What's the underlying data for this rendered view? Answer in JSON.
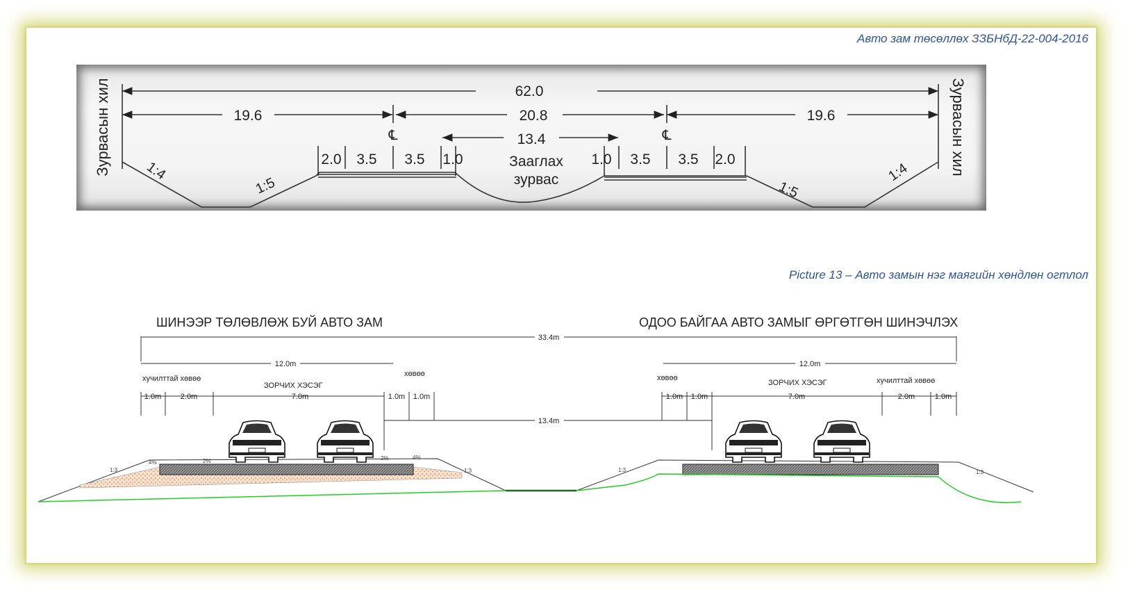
{
  "document": {
    "header_ref": "Авто зам төсөллөх ЗЗБНбД-22-004-2016",
    "caption": "Picture 13 – Авто замын нэг маягийн хөндлөн огтлол"
  },
  "top_section": {
    "total_width": "62.0",
    "left_width": "19.6",
    "middle_width": "20.8",
    "right_width": "19.6",
    "median_width": "13.4",
    "left_label": "Зурвасын хил",
    "right_label": "Зурвасын хил",
    "centerline_symbol": "℄",
    "median_label_line1": "Зааглах",
    "median_label_line2": "зурвас",
    "left_lanes": [
      "2.0",
      "3.5",
      "3.5",
      "1.0"
    ],
    "right_lanes": [
      "1.0",
      "3.5",
      "3.5",
      "2.0"
    ],
    "slopes": [
      "1:4",
      "1:5",
      "1:5",
      "1:4"
    ]
  },
  "bottom_section": {
    "left_title": "ШИНЭЭР ТӨЛӨВЛӨЖ БУЙ АВТО ЗАМ",
    "right_title": "ОДОО БАЙГАА АВТО ЗАМЫГ ӨРГӨТГӨН ШИНЭЧЛЭХ",
    "total": "33.4m",
    "left_width": "12.0m",
    "right_width": "12.0m",
    "median": "13.4m",
    "left_paved_shoulder": "хучилттай хөвөө",
    "right_paved_shoulder": "хучилттай хөвөө",
    "left_shoulder": "хөвөө",
    "right_shoulder": "хөвөө",
    "left_carriageway": "ЗОРЧИХ ХЭСЭГ",
    "right_carriageway": "ЗОРЧИХ ХЭСЭГ",
    "left_dims": [
      "1.0m",
      "2.0m",
      "7.0m",
      "1.0m",
      "1.0m"
    ],
    "right_dims": [
      "1.0m",
      "1.0m",
      "7.0m",
      "2.0m",
      "1.0m"
    ],
    "slope_labels": [
      "1:3",
      "1:3",
      "1:3",
      "1:3"
    ],
    "pct_labels": [
      "4%",
      "2%",
      "2%",
      "4%"
    ]
  },
  "colors": {
    "caption": "#2e5597",
    "ground_line": "#22cc22",
    "frame_glow": "#cdcd5a"
  }
}
